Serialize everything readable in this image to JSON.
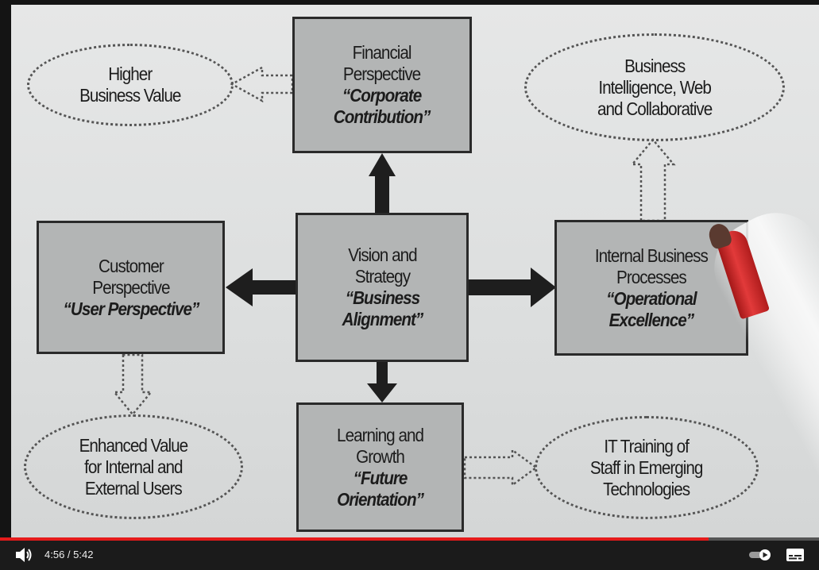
{
  "diagram": {
    "boxes": {
      "financial": {
        "lines": [
          "Financial",
          "Perspective"
        ],
        "italic": [
          "“Corporate",
          "Contribution”"
        ]
      },
      "customer": {
        "lines": [
          "Customer",
          "Perspective"
        ],
        "italic": [
          "“User Perspective”"
        ]
      },
      "vision": {
        "lines": [
          "Vision and",
          "Strategy"
        ],
        "italic": [
          "“Business",
          "Alignment”"
        ]
      },
      "internal": {
        "lines": [
          "Internal Business",
          "Processes"
        ],
        "italic": [
          "“Operational",
          "Excellence”"
        ]
      },
      "learning": {
        "lines": [
          "Learning and",
          "Growth"
        ],
        "italic": [
          "“Future",
          "Orientation”"
        ]
      }
    },
    "ovals": {
      "higher_value": {
        "lines": [
          "Higher",
          "Business Value"
        ]
      },
      "bi_web": {
        "lines": [
          "Business",
          "Intelligence, Web",
          "and Collaborative"
        ]
      },
      "enhanced_value": {
        "lines": [
          "Enhanced Value",
          "for Internal and",
          "External Users"
        ]
      },
      "it_training": {
        "lines": [
          "IT Training of",
          "Staff in Emerging",
          "Technologies"
        ]
      }
    }
  },
  "player": {
    "current_time": "4:56",
    "duration": "5:42",
    "time_display": "4:56 / 5:42",
    "progress_fraction": 0.865,
    "accent_color": "#e41b1b",
    "icons": {
      "volume": "volume-icon",
      "autoplay": "autoplay-toggle-icon",
      "captions": "captions-icon"
    }
  }
}
